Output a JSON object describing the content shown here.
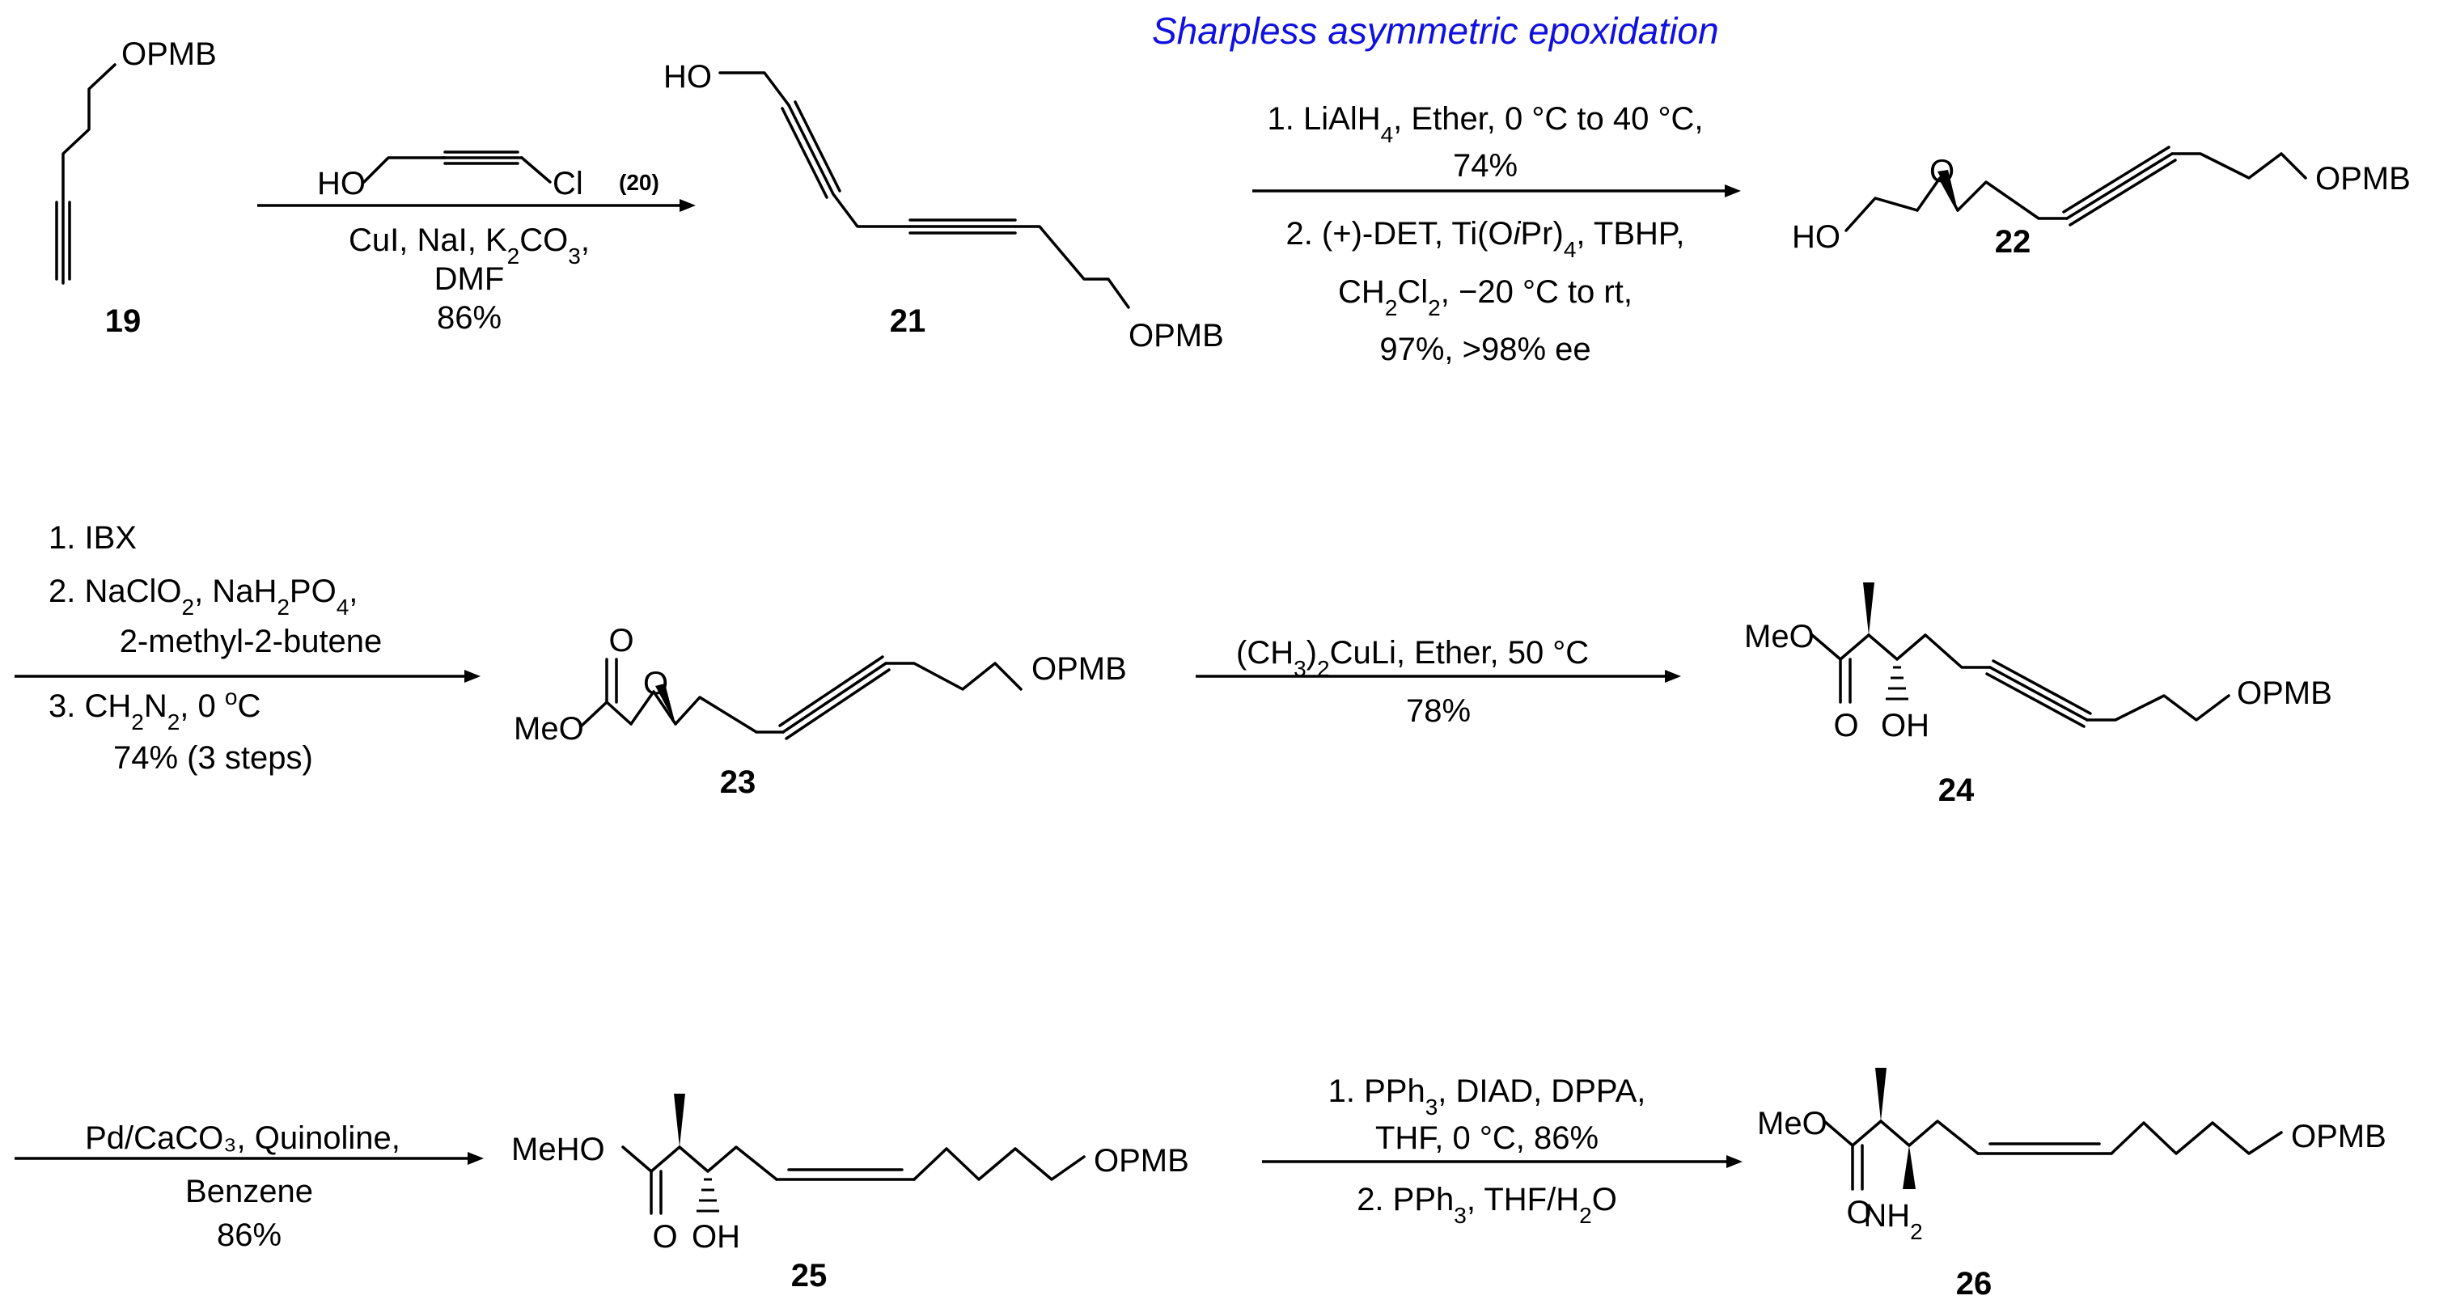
{
  "title": "Sharpless asymmetric epoxidation",
  "compounds": {
    "c19": "19",
    "c21": "21",
    "c22": "22",
    "c23": "23",
    "c24": "24",
    "c25": "25",
    "c26": "26"
  },
  "atoms": {
    "opmb": "OPMB",
    "ho": "HO",
    "hoLeft": "HO",
    "cl": "Cl",
    "o": "O",
    "meo": "MeO",
    "meho": "MeHO",
    "oh": "OH",
    "nh": "NH",
    "nhSub": "2"
  },
  "reagents": {
    "r1": {
      "ref": "(20)",
      "line1": "CuI, NaI, K",
      "line1b": "2",
      "line1c": "CO",
      "line1d": "3",
      "line1e": ",",
      "line2": "DMF",
      "line3": "86%"
    },
    "r2": {
      "l1a": "1. LiAlH",
      "l1b": "4",
      "l1c": ", Ether, 0 °C to 40 °C,",
      "l2": "74%",
      "l3a": "2. (+)-DET, Ti(O",
      "l3b": "i",
      "l3c": "Pr)",
      "l3d": "4",
      "l3e": ", TBHP,",
      "l4a": "CH",
      "l4b": "2",
      "l4c": "Cl",
      "l4d": "2",
      "l4e": ",  −20 °C to rt,",
      "l5": "97%, >98% ee"
    },
    "r3": {
      "l1": "1. IBX",
      "l2a": "2. NaClO",
      "l2b": "2",
      "l2c": ", NaH",
      "l2d": "2",
      "l2e": "PO",
      "l2f": "4",
      "l2g": ",",
      "l3": "2-methyl-2-butene",
      "l4a": "3. CH",
      "l4b": "2",
      "l4c": "N",
      "l4d": "2",
      "l4e": ", 0 ",
      "l4f": "o",
      "l4g": "C",
      "l5": "74% (3 steps)"
    },
    "r4": {
      "l1a": "(CH",
      "l1b": "3",
      "l1c": ")",
      "l1d": "2",
      "l1e": "CuLi, Ether, 50 °C",
      "l2": "78%"
    },
    "r5": {
      "l1": "Pd/CaCO₃, Quinoline,",
      "l2": "Benzene",
      "l3": "86%"
    },
    "r6": {
      "l1a": "1. PPh",
      "l1b": "3",
      "l1c": ", DIAD, DPPA,",
      "l2": "THF, 0 °C, 86%",
      "l3a": "2. PPh",
      "l3b": "3",
      "l3c": ", THF/H",
      "l3d": "2",
      "l3e": "O"
    }
  }
}
